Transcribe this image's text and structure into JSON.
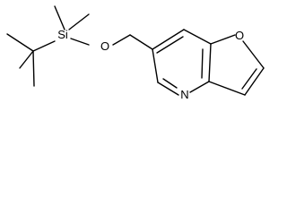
{
  "molecule": {
    "atom_labels": {
      "silicon": "Si",
      "ether_oxygen": "O",
      "ring_oxygen": "O",
      "ring_nitrogen": "N"
    }
  }
}
